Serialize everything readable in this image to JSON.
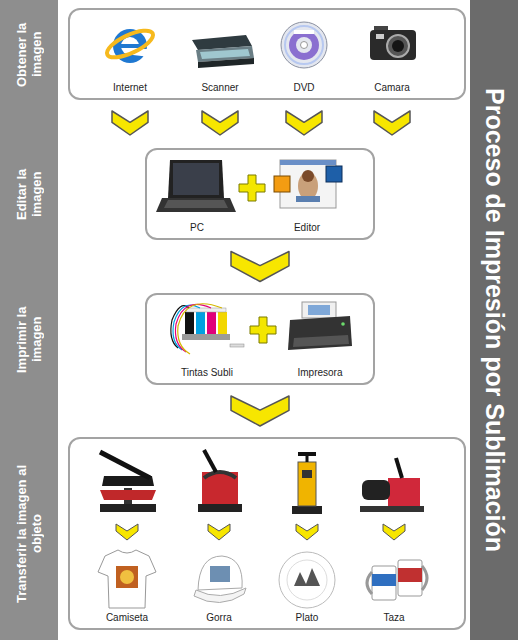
{
  "diagram": {
    "title": "Proceso de Impresión por Sublimación",
    "nodes": [
      {
        "text": [
          "Obtener la imagen"
        ]
      },
      {
        "text": [
          "Internet"
        ],
        "in": 0
      },
      {
        "text": [
          "Scanner"
        ],
        "in": 0
      },
      {
        "text": [
          "DVD"
        ],
        "in": 0
      },
      {
        "text": [
          "Camara"
        ],
        "in": 0
      },
      {
        "text": [
          "Editar la imagen"
        ]
      },
      {
        "text": [
          "PC"
        ],
        "in": 5
      },
      {
        "text": [
          "Editor"
        ],
        "in": 5
      },
      {
        "text": [
          "Imprimir la imagen"
        ]
      },
      {
        "text": [
          "Tintas Subli"
        ],
        "in": 8
      },
      {
        "text": [
          "Impresora"
        ],
        "in": 8
      },
      {
        "text": [
          "Transferir la imagen al objeto"
        ]
      },
      {
        "text": [
          "Camiseta"
        ],
        "in": 11
      },
      {
        "text": [
          "Gorra"
        ],
        "in": 11
      },
      {
        "text": [
          "Plato"
        ],
        "in": 11
      },
      {
        "text": [
          "Taza"
        ],
        "in": 11
      }
    ],
    "edges": [
      {
        "from": 1,
        "to": 5,
        "arrow": "to"
      },
      {
        "from": 2,
        "to": 5,
        "arrow": "to"
      },
      {
        "from": 3,
        "to": 5,
        "arrow": "to"
      },
      {
        "from": 4,
        "to": 5,
        "arrow": "to"
      },
      {
        "from": 5,
        "to": 8,
        "arrow": "to"
      },
      {
        "from": 8,
        "to": 11,
        "arrow": "to"
      }
    ]
  }
}
